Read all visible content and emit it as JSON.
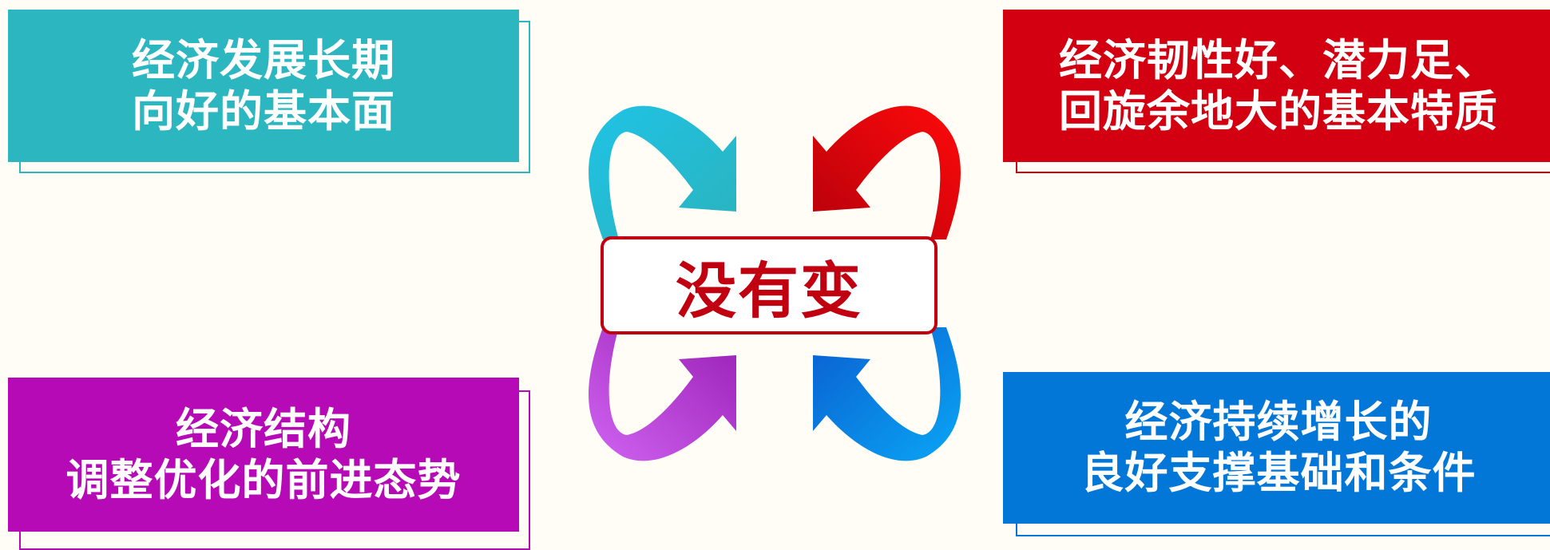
{
  "center": {
    "label": "没有变"
  },
  "cards": {
    "top_left": {
      "line1": "经济发展长期",
      "line2": "向好的基本面",
      "color": "#2cb6c0"
    },
    "top_right": {
      "line1": "经济韧性好、潜力足、",
      "line2": "回旋余地大的基本特质",
      "color": "#d20010"
    },
    "bottom_left": {
      "line1": "经济结构",
      "line2": "调整优化的前进态势",
      "color": "#b70ab7"
    },
    "bottom_right": {
      "line1": "经济持续增长的",
      "line2": "良好支撑基础和条件",
      "color": "#0377d8"
    }
  },
  "arrows": [
    {
      "name": "top-left-arrow",
      "colors": [
        "#1fc3e6",
        "#2bb3bd"
      ]
    },
    {
      "name": "top-right-arrow",
      "colors": [
        "#ff0a0a",
        "#b5000c"
      ]
    },
    {
      "name": "bottom-left-arrow",
      "colors": [
        "#c857f0",
        "#9a1fb5"
      ]
    },
    {
      "name": "bottom-right-arrow",
      "colors": [
        "#0aa6f5",
        "#0a5ed0"
      ]
    }
  ]
}
